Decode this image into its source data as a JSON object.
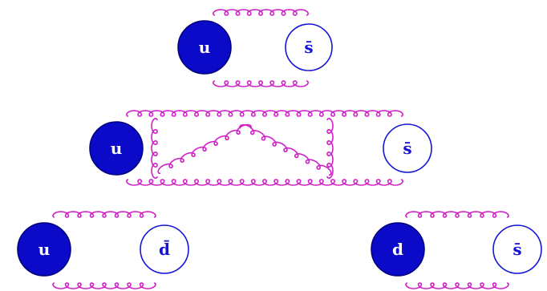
{
  "colors": {
    "quark_fill": "#0A0AC8",
    "quark_stroke": "#00007A",
    "antiquark_stroke": "#1515D8",
    "antiquark_text": "#1515D8",
    "quark_text": "#ffffff",
    "gluon": "#D020C8"
  },
  "mesons": [
    {
      "name": "top-meson",
      "quark": {
        "label": "u"
      },
      "antiquark": {
        "label": "s̄"
      }
    },
    {
      "name": "middle-meson",
      "quark": {
        "label": "u"
      },
      "antiquark": {
        "label": "s̄"
      }
    },
    {
      "name": "bottom-left-meson",
      "quark": {
        "label": "u"
      },
      "antiquark": {
        "label": "d̄"
      }
    },
    {
      "name": "bottom-right-meson",
      "quark": {
        "label": "d"
      },
      "antiquark": {
        "label": "s̄"
      }
    }
  ]
}
